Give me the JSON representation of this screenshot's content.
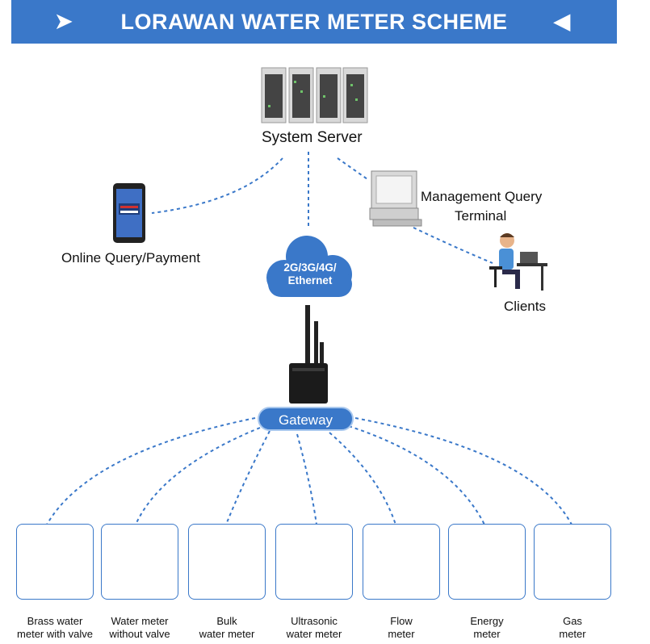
{
  "banner": {
    "title": "LORAWAN WATER METER SCHEME",
    "arrow_left": "➤",
    "arrow_right": "◀"
  },
  "nodes": {
    "server_label": "System Server",
    "online_label": "Online Query/Payment",
    "management_line1": "Management Query",
    "management_line2": "Terminal",
    "clients_label": "Clients",
    "cloud_line1": "2G/3G/4G/",
    "cloud_line2": "Ethernet",
    "gateway_label": "Gateway"
  },
  "devices": [
    {
      "line1": "Brass water",
      "line2": "meter with valve",
      "icon": "brass-water-meter-icon"
    },
    {
      "line1": "Water meter",
      "line2": "without valve",
      "icon": "water-meter-icon"
    },
    {
      "line1": "Bulk",
      "line2": "water meter",
      "icon": "bulk-water-meter-icon"
    },
    {
      "line1": "Ultrasonic",
      "line2": "water meter",
      "icon": "ultrasonic-meter-icon"
    },
    {
      "line1": "Flow",
      "line2": "meter",
      "icon": "flow-meter-icon"
    },
    {
      "line1": "Energy",
      "line2": "meter",
      "icon": "energy-meter-icon"
    },
    {
      "line1": "Gas",
      "line2": "meter",
      "icon": "gas-meter-icon"
    }
  ],
  "colors": {
    "accent": "#3a78c9",
    "link": "#3a78c9"
  }
}
